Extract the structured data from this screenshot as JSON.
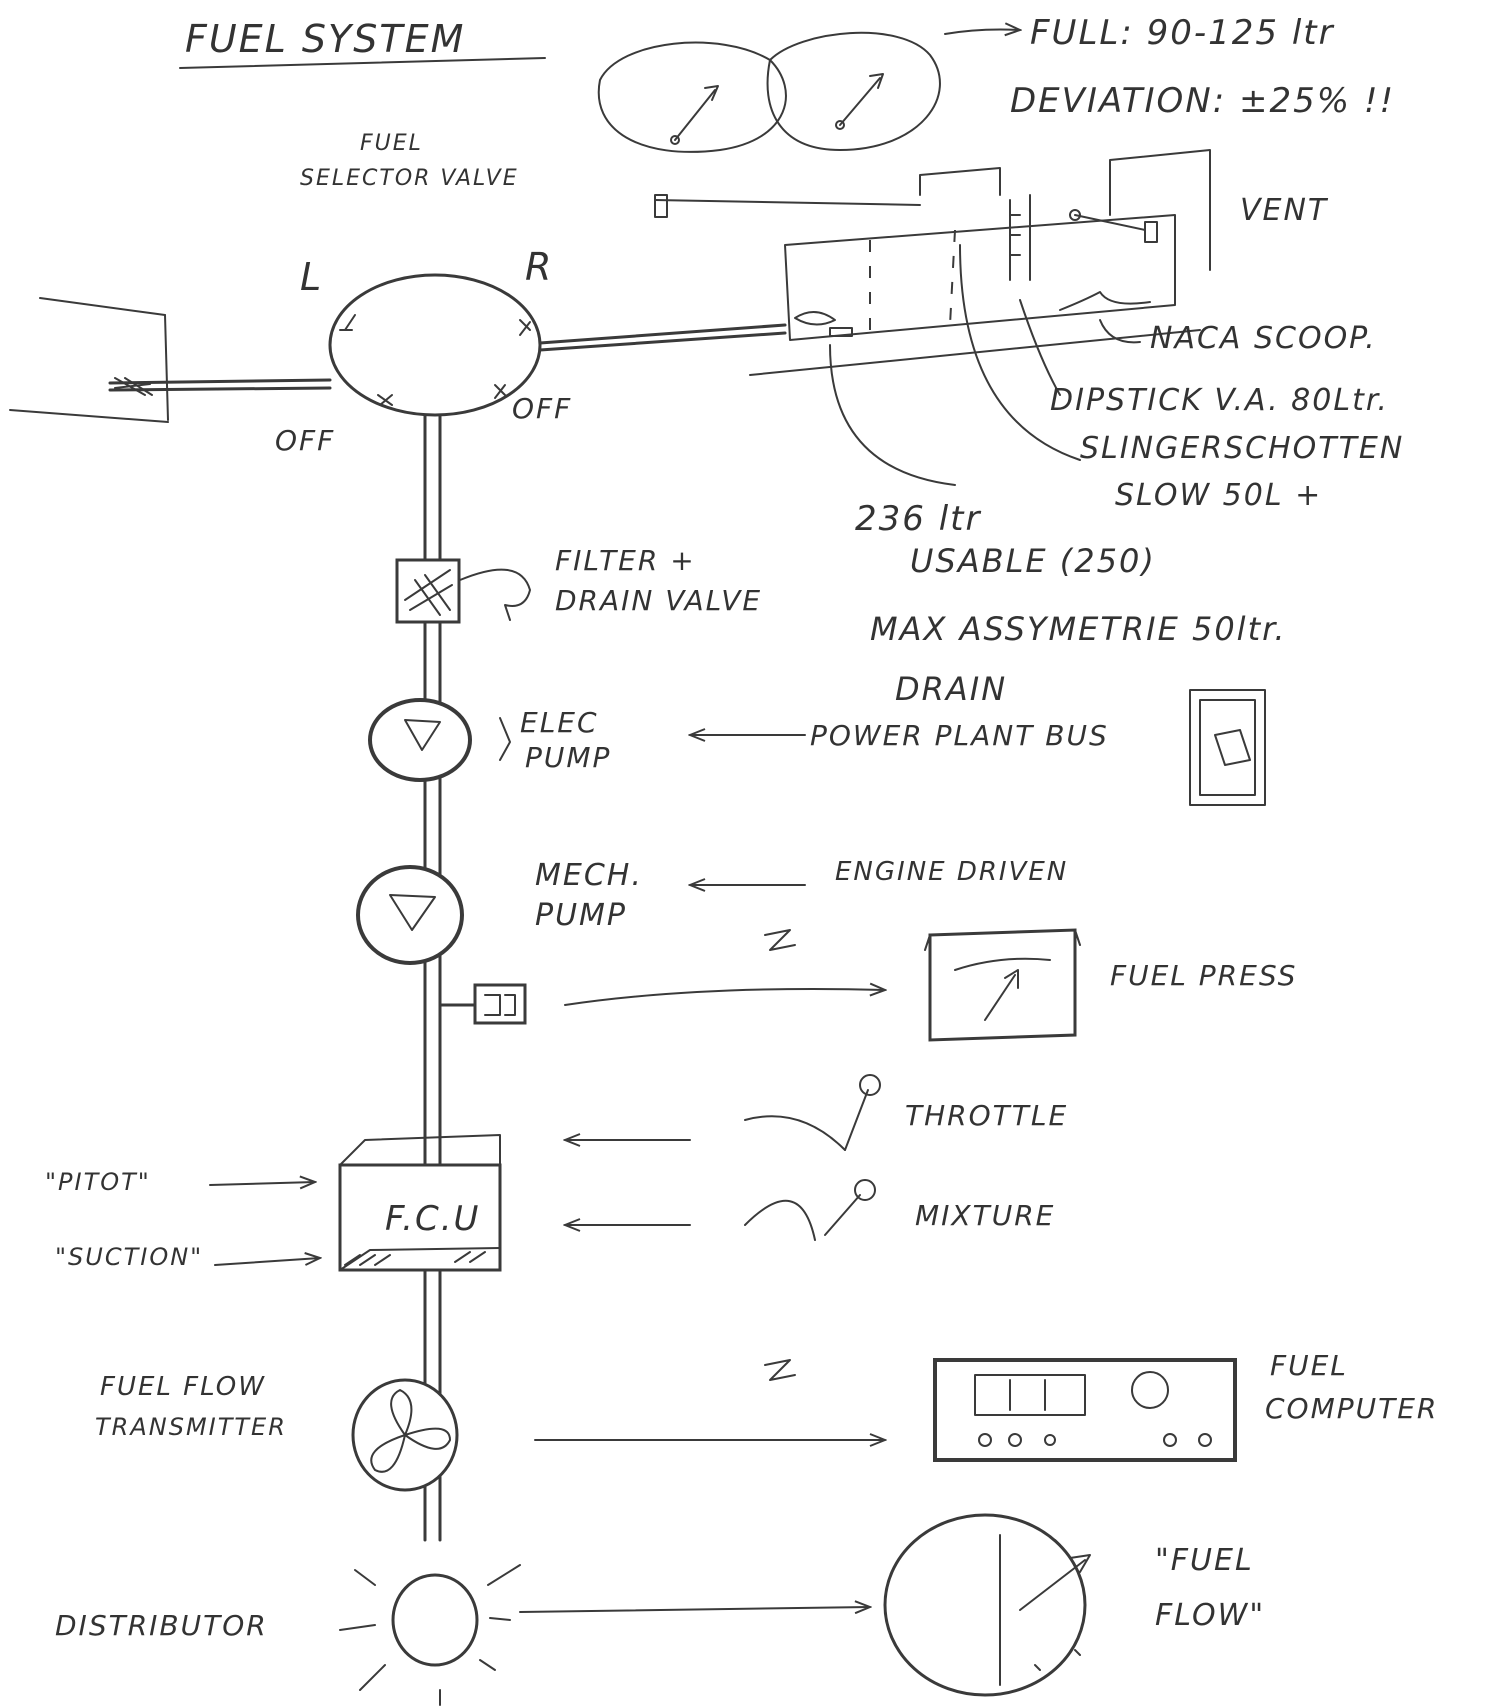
{
  "title": "FUEL SYSTEM",
  "tank_notes": {
    "full": "FULL: 90-125 ltr",
    "deviation": "DEVIATION: ±25% !!"
  },
  "selector": {
    "label_line1": "FUEL",
    "label_line2": "SELECTOR VALVE",
    "left": "L",
    "right": "R",
    "off_left": "OFF",
    "off_right": "OFF"
  },
  "tank": {
    "vent": "VENT",
    "naca_scoop": "NACA SCOOP.",
    "dipstick": "DIPSTICK V.A. 80Ltr.",
    "slinger_line1": "SLINGERSCHOTTEN",
    "slinger_line2": "SLOW 50L +",
    "usable_line1": "236 ltr",
    "usable_line2": "USABLE (250)",
    "asymmetry": "MAX ASSYMETRIE 50ltr.",
    "drain": "DRAIN"
  },
  "components": {
    "filter_line1": "FILTER +",
    "filter_line2": "DRAIN VALVE",
    "elec_pump_line1": "ELEC",
    "elec_pump_line2": "PUMP",
    "power_plant_bus": "POWER PLANT BUS",
    "mech_pump_line1": "MECH.",
    "mech_pump_line2": "PUMP",
    "engine_driven": "ENGINE DRIVEN",
    "fuel_press": "FUEL PRESS",
    "throttle": "THROTTLE",
    "mixture": "MIXTURE",
    "fcu": "F.C.U",
    "pitot": "\"PITOT\"",
    "suction": "\"SUCTION\"",
    "flow_transmitter_line1": "FUEL FLOW",
    "flow_transmitter_line2": "TRANSMITTER",
    "fuel_computer_line1": "FUEL",
    "fuel_computer_line2": "COMPUTER",
    "distributor": "DISTRIBUTOR",
    "fuel_flow_line1": "\"FUEL",
    "fuel_flow_line2": "FLOW\""
  }
}
